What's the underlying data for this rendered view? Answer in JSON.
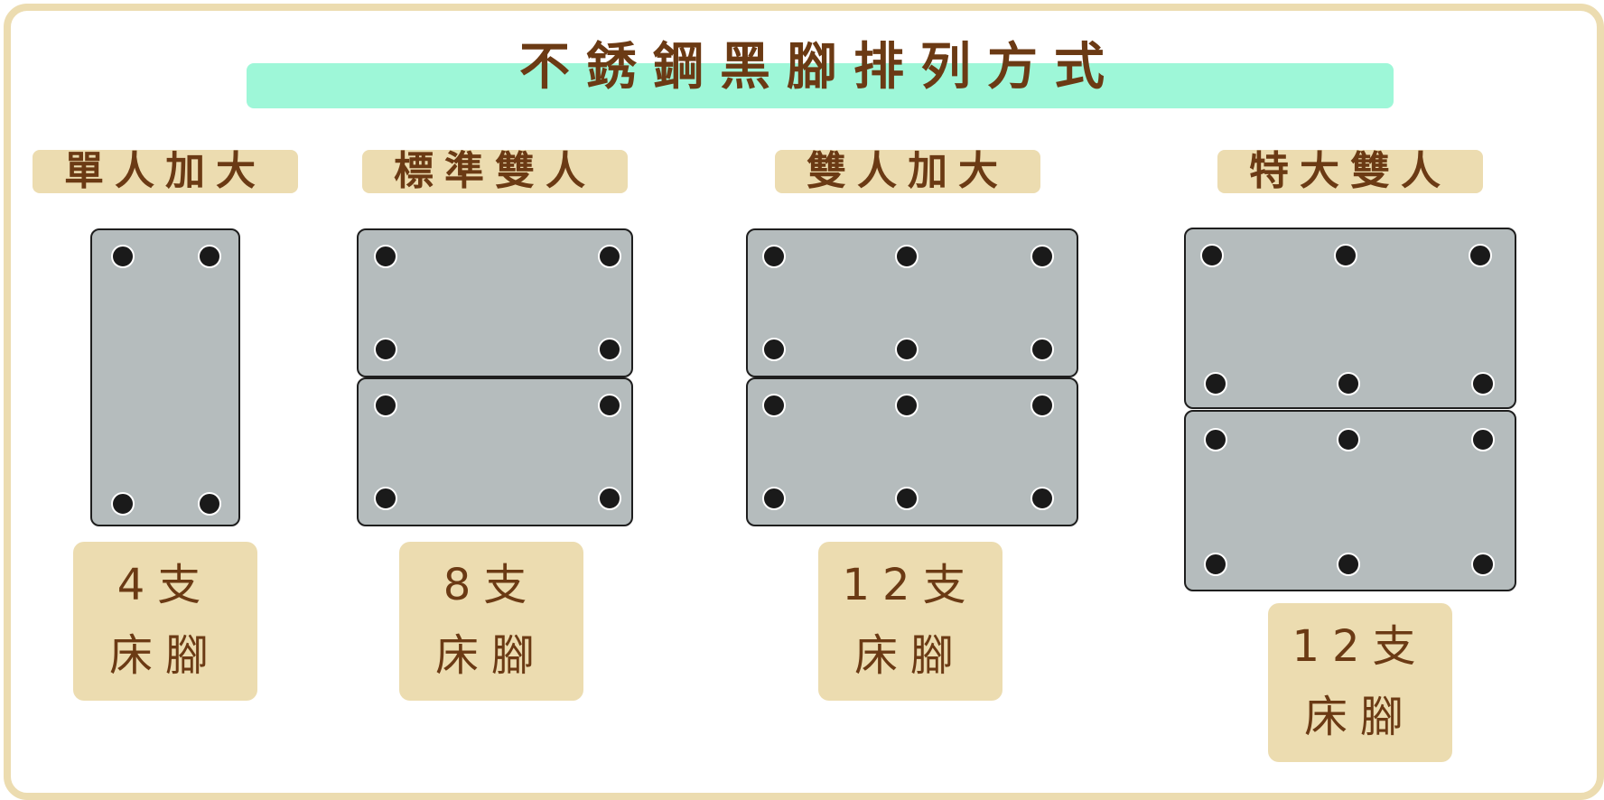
{
  "title": "不銹鋼黑腳排列方式",
  "colors": {
    "frame": "#ecdcb0",
    "title_bar": "#9ef7d8",
    "label_bg": "#ecdcb0",
    "text": "#6b3a14",
    "panel": "#b5bcbd",
    "leg": "#1a1a1a"
  },
  "beds": [
    {
      "name": "單人加大",
      "count_line1": "4支",
      "count_line2": "床腳",
      "panels": 1,
      "legs": 4
    },
    {
      "name": "標準雙人",
      "count_line1": "8支",
      "count_line2": "床腳",
      "panels": 2,
      "legs": 8
    },
    {
      "name": "雙人加大",
      "count_line1": "12支",
      "count_line2": "床腳",
      "panels": 2,
      "legs": 12
    },
    {
      "name": "特大雙人",
      "count_line1": "12支",
      "count_line2": "床腳",
      "panels": 2,
      "legs": 12
    }
  ]
}
